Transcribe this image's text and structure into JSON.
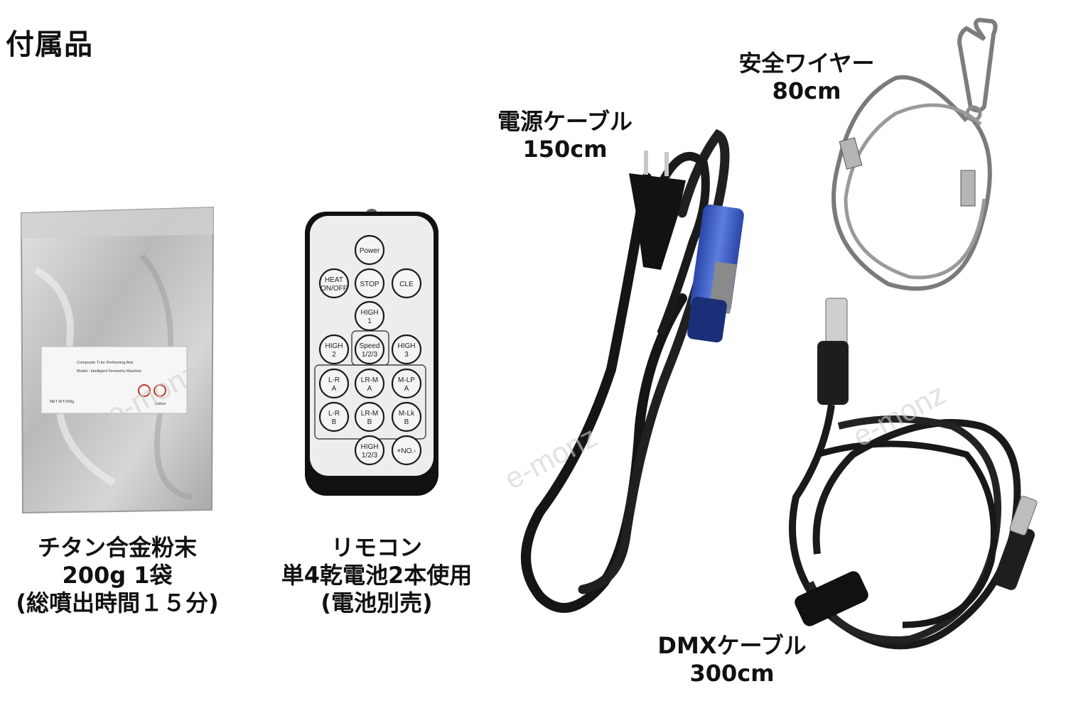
{
  "page": {
    "title": "付属品"
  },
  "items": {
    "powder": {
      "line1": "チタン合金粉末",
      "line2": "200g 1袋",
      "line3": "(総噴出時間１５分)"
    },
    "remote": {
      "line1": "リモコン",
      "line2": "単4乾電池2本使用",
      "line3": "(電池別売)"
    },
    "power_cable": {
      "line1": "電源ケーブル",
      "line2": "150cm"
    },
    "safety_wire": {
      "line1": "安全ワイヤー",
      "line2": "80cm"
    },
    "dmx_cable": {
      "line1": "DMXケーブル",
      "line2": "300cm"
    }
  },
  "bag_label": {
    "line1": "Composite Ti for Performing Arts",
    "line2": "Model : Intelligent Fireworks Machine",
    "line3": "NET WT:200g",
    "line4": "Indoor"
  },
  "remote_buttons": [
    {
      "label": "Power"
    },
    {
      "label": "HEAT",
      "label2": "ON/OFF"
    },
    {
      "label": "STOP"
    },
    {
      "label": "CLE"
    },
    {
      "label": "HIGH",
      "label2": "1"
    },
    {
      "label": "HIGH",
      "label2": "2"
    },
    {
      "label": "Speed",
      "label2": "1/2/3"
    },
    {
      "label": "HIGH",
      "label2": "3"
    },
    {
      "label": "L-R",
      "label2": "A"
    },
    {
      "label": "LR-M",
      "label2": "A"
    },
    {
      "label": "M-LP",
      "label2": "A"
    },
    {
      "label": "L-R",
      "label2": "B"
    },
    {
      "label": "LR-M",
      "label2": "B"
    },
    {
      "label": "M-Lk",
      "label2": "B"
    },
    {
      "label": "HIGH",
      "label2": "1/2/3"
    },
    {
      "label": "+NO.-"
    }
  ],
  "watermarks": [
    "e-monz",
    "e-monz",
    "e-monz"
  ],
  "colors": {
    "cable": "#1a1a1a",
    "connector_blue": "#3d5fc4",
    "bag_silver": "#c9c9c9",
    "remote_body": "#eceeed"
  }
}
